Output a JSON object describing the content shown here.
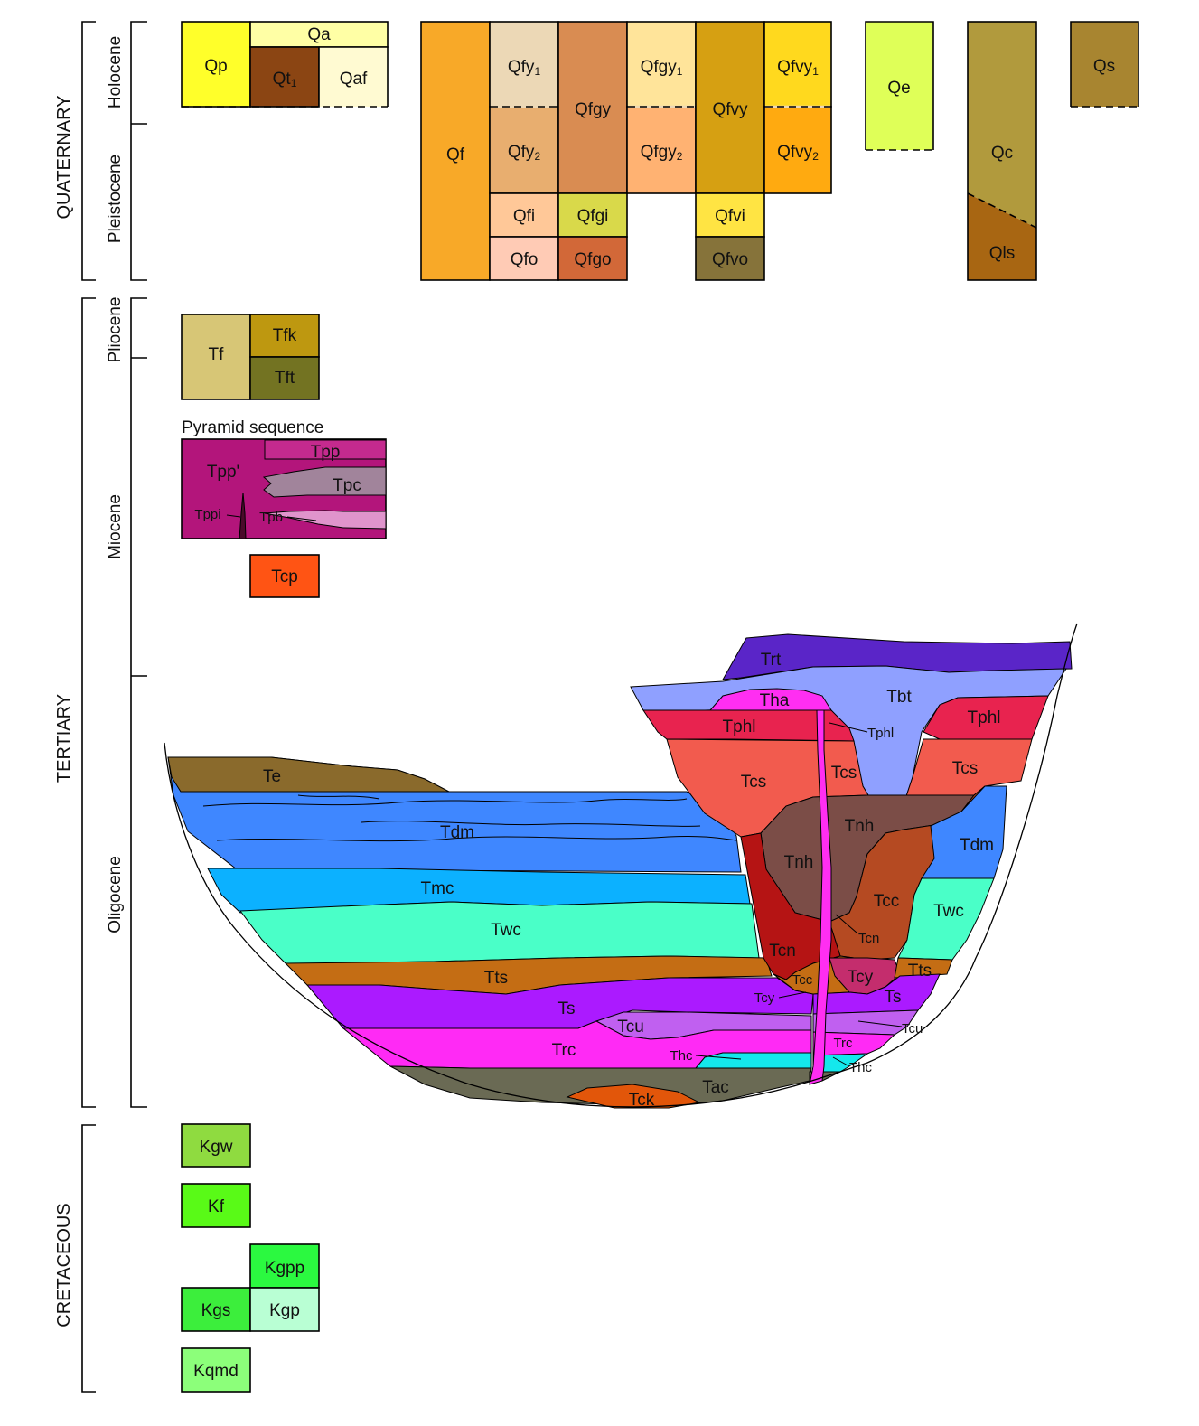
{
  "timescale": {
    "periods": [
      "QUATERNARY",
      "TERTIARY",
      "CRETACEOUS"
    ],
    "epochs": [
      "Holocene",
      "Pleistocene",
      "Pliocene",
      "Miocene",
      "Oligocene"
    ]
  },
  "quaternary_units": {
    "qp": "Qp",
    "qa": "Qa",
    "qt1": "Qt",
    "qt1_sub": "1",
    "qaf": "Qaf",
    "qf": "Qf",
    "qfy1": "Qfy",
    "qfy1_sub": "1",
    "qfy2": "Qfy",
    "qfy2_sub": "2",
    "qfi": "Qfi",
    "qfo": "Qfo",
    "qfgy": "Qfgy",
    "qfgy1": "Qfgy",
    "qfgy1_sub": "1",
    "qfgy2": "Qfgy",
    "qfgy2_sub": "2",
    "qfgi": "Qfgi",
    "qfgo": "Qfgo",
    "qfvy": "Qfvy",
    "qfvy1": "Qfvy",
    "qfvy1_sub": "1",
    "qfvy2": "Qfvy",
    "qfvy2_sub": "2",
    "qfvi": "Qfvi",
    "qfvo": "Qfvo",
    "qe": "Qe",
    "qc": "Qc",
    "qls": "Qls",
    "qs": "Qs"
  },
  "tertiary_units": {
    "tf": "Tf",
    "tfk": "Tfk",
    "tft": "Tft",
    "pyramid_title": "Pyramid sequence",
    "tpp_prime": "Tpp'",
    "tpp": "Tpp",
    "tpc": "Tpc",
    "tppi": "Tppi",
    "tpb": "Tpb",
    "tcp": "Tcp"
  },
  "cross_section": {
    "trt": "Trt",
    "tbt": "Tbt",
    "tha": "Tha",
    "tphl": "Tphl",
    "tphl_callout": "Tphl",
    "tphl_right": "Tphl",
    "te": "Te",
    "tcs_left": "Tcs",
    "tcs_mid": "Tcs",
    "tcs_right": "Tcs",
    "tdm_left": "Tdm",
    "tdm_right": "Tdm",
    "tnh_upper": "Tnh",
    "tnh_lower": "Tnh",
    "tmc": "Tmc",
    "tcc": "Tcc",
    "twc_left": "Twc",
    "twc_right": "Twc",
    "tcn_left": "Tcn",
    "tcn_callout": "Tcn",
    "tts_left": "Tts",
    "tts_right": "Tts",
    "tcc_small": "Tcc",
    "tcy_callout": "Tcy",
    "tcy": "Tcy",
    "ts_left": "Ts",
    "ts_right": "Ts",
    "tcu_left": "Tcu",
    "tcu_callout": "Tcu",
    "trc_left": "Trc",
    "trc_right": "Trc",
    "thc_left": "Thc",
    "thc_callout": "Thc",
    "tac": "Tac",
    "tck": "Tck"
  },
  "cretaceous_units": {
    "kgw": "Kgw",
    "kf": "Kf",
    "kgpp": "Kgpp",
    "kgs": "Kgs",
    "kgp": "Kgp",
    "kqmd": "Kqmd"
  },
  "colors": {
    "Qp": "#ffff2a",
    "Qa": "#ffffa5",
    "Qt1": "#8b4513",
    "Qaf": "#fffad2",
    "Qf": "#f8a928",
    "Qfy1": "#ecd8b6",
    "Qfy2": "#e8ae6f",
    "Qfi": "#ffc898",
    "Qfo": "#ffcbb5",
    "Qfgy": "#d98c52",
    "Qfgy1": "#ffe49a",
    "Qfgy2": "#ffb272",
    "Qfgi": "#d9d94a",
    "Qfgo": "#d26838",
    "Qfvy": "#d6a012",
    "Qfvy1": "#ffd91e",
    "Qfvy2": "#ffaa10",
    "Qfvi": "#ffe443",
    "Qfvo": "#86733a",
    "Qe": "#dfff58",
    "Qc": "#b19a3d",
    "Qls": "#a86612",
    "Qs": "#a88530",
    "Tf": "#d7c676",
    "Tfk": "#be9810",
    "Tft": "#737322",
    "Tpp": "#b3157b",
    "Tpc": "#a1849b",
    "Tpb": "#e094cc",
    "Tcp": "#ff5414",
    "Trt": "#5a25c8",
    "Tbt": "#8fa0ff",
    "Tha": "#ff2ef2",
    "Tphl": "#e8234f",
    "Tcs": "#f25b4e",
    "Te": "#8a6a2c",
    "Tdm": "#3f87ff",
    "Tmc": "#0cb1ff",
    "Twc": "#4affc8",
    "Tts": "#c46d14",
    "Ts": "#ab1aff",
    "Tcu": "#c060f0",
    "Trc": "#ff2af5",
    "Thc": "#14e8ec",
    "Tac": "#6a6a54",
    "Tck": "#e2560a",
    "Tnh": "#7b4d47",
    "Tcc": "#b54a22",
    "Tcn": "#b51414",
    "Tcy": "#c42d6d",
    "Kgw": "#8fdb40",
    "Kf": "#59fa17",
    "Kgpp": "#2bf940",
    "Kgs": "#3cee3c",
    "Kgp": "#b9ffd4",
    "Kqmd": "#8cff7a"
  }
}
